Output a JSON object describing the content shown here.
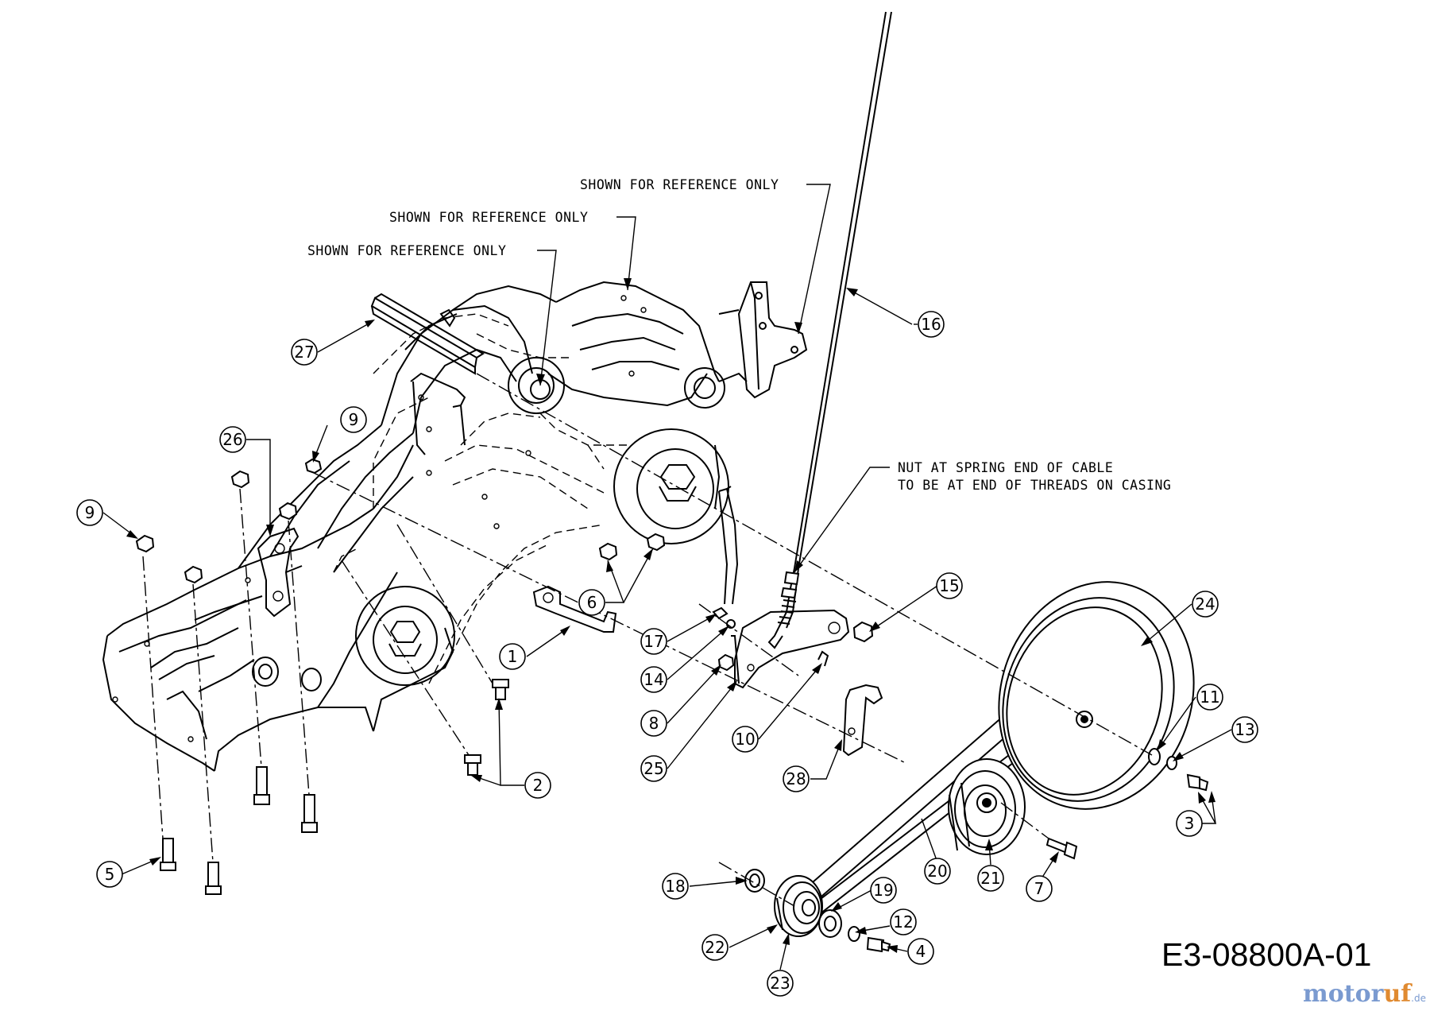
{
  "notes": {
    "ref_1": "SHOWN FOR REFERENCE ONLY",
    "ref_2": "SHOWN FOR REFERENCE ONLY",
    "ref_3": "SHOWN FOR REFERENCE ONLY",
    "cable_line1": "NUT AT SPRING END OF CABLE",
    "cable_line2": "TO BE AT END OF THREADS ON CASING"
  },
  "drawing_code": "E3-08800A-01",
  "watermark": {
    "brand_main": "motor",
    "brand_accent": "uf",
    "brand_suffix": ".de"
  },
  "callouts": {
    "c1": "1",
    "c2": "2",
    "c3": "3",
    "c4": "4",
    "c5": "5",
    "c6": "6",
    "c7": "7",
    "c8": "8",
    "c9a": "9",
    "c9b": "9",
    "c10": "10",
    "c11": "11",
    "c12": "12",
    "c13": "13",
    "c14": "14",
    "c15": "15",
    "c16": "16",
    "c17": "17",
    "c18": "18",
    "c19": "19",
    "c20": "20",
    "c21": "21",
    "c22": "22",
    "c23": "23",
    "c24": "24",
    "c25": "25",
    "c26": "26",
    "c27": "27",
    "c28": "28"
  }
}
